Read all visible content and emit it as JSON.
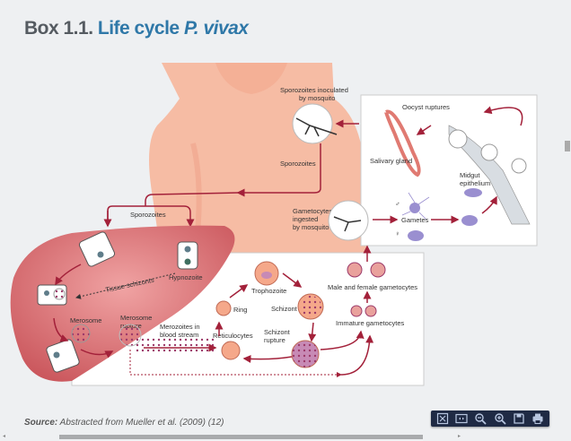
{
  "title": {
    "prefix": "Box 1.1.",
    "main": "Life cycle",
    "species": "P. vivax"
  },
  "colors": {
    "title_gray": "#555b61",
    "title_blue": "#2f78a8",
    "arrow": "#a3213a",
    "skin": "#f6b8a0",
    "liver": "#d86a6e",
    "toolbar": "#1f2a44"
  },
  "diagram": {
    "labels": {
      "sporozoites_inoculated": [
        "Sporozoites inoculated",
        "by mosquito"
      ],
      "oocyst_ruptures": "Oocyst ruptures",
      "salivary_gland": "Salivary gland",
      "midgut_epithelium": [
        "Midgut",
        "epithelium"
      ],
      "sporozoites_upper": "Sporozoites",
      "sporozoites_lower": "Sporozoites",
      "gametocytes_ingested": [
        "Gametocytes",
        "ingested",
        "by mosquito"
      ],
      "gametes": "Gametes",
      "male_symbol": "♂",
      "female_symbol": "♀",
      "tissue_schizonts": "Tissue schizonts",
      "hypnozoite": "Hypnozoite",
      "merosome": "Merosome",
      "merosome_rupture": [
        "Merosome",
        "rupture"
      ],
      "merozoites_blood": [
        "Merozoites in",
        "blood stream"
      ],
      "reticulocytes": "Reticulocytes",
      "ring": "Ring",
      "trophozoite": "Trophozoite",
      "schizont": "Schizont",
      "schizont_rupture": [
        "Schizont",
        "rupture"
      ],
      "male_female_gametocytes": "Male and female gametocytes",
      "immature_gametocytes": "Immature gametocytes"
    }
  },
  "source": {
    "label": "Source:",
    "text": "Abstracted from Mueller et al. (2009) (12)"
  },
  "toolbar": {
    "buttons": [
      {
        "name": "fit-page",
        "icon": "fit-page-icon"
      },
      {
        "name": "fit-width",
        "icon": "fit-width-icon"
      },
      {
        "name": "zoom-out",
        "icon": "zoom-out-icon"
      },
      {
        "name": "zoom-in",
        "icon": "zoom-in-icon"
      },
      {
        "name": "save",
        "icon": "save-icon"
      },
      {
        "name": "print",
        "icon": "print-icon"
      }
    ]
  }
}
